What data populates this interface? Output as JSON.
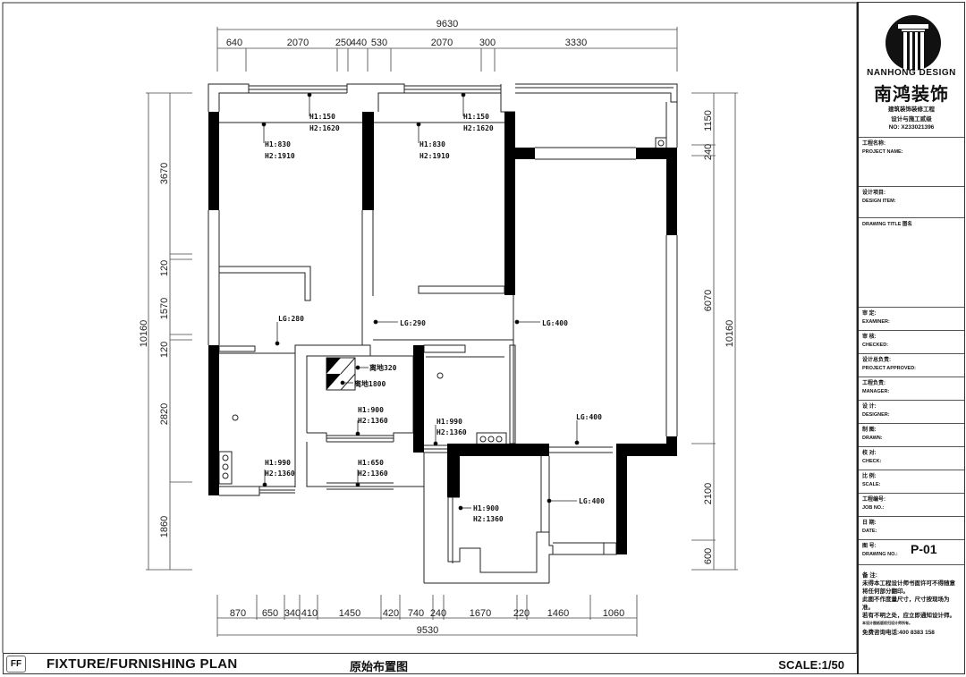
{
  "sheet": {
    "title_en": "FIXTURE/FURNISHING PLAN",
    "title_cn": "原始布置图",
    "badge": "FF",
    "scale": "SCALE:1/50"
  },
  "dimensions": {
    "top_total": "9630",
    "top_segments": [
      "640",
      "2070",
      "250",
      "440",
      "530",
      "2070",
      "300",
      "3330"
    ],
    "bottom_total": "9530",
    "bottom_segments": [
      "870",
      "650",
      "340",
      "410",
      "1450",
      "420",
      "740",
      "240",
      "1670",
      "220",
      "1460",
      "1060"
    ],
    "left_total": "10160",
    "left_segments": [
      "3670",
      "120",
      "1570",
      "120",
      "2820",
      "1860"
    ],
    "right_total": "10160",
    "right_segments": [
      "1150",
      "240",
      "6070",
      "2100",
      "600"
    ]
  },
  "annotations": {
    "bed1_window": {
      "h1": "H1:150",
      "h2": "H2:1620"
    },
    "bed1_sill": {
      "h1": "H1:830",
      "h2": "H2:1910"
    },
    "bed2_window": {
      "h1": "H1:150",
      "h2": "H2:1620"
    },
    "bed2_sill": {
      "h1": "H1:830",
      "h2": "H2:1910"
    },
    "lg_corridor_left": "LG:280",
    "lg_corridor_mid": "LG:290",
    "lg_living": "LG:400",
    "lg_dining": "LG:400",
    "lg_balcony": "LG:400",
    "meter_high": "离地320",
    "meter_low": "离地1800",
    "bath_window": {
      "h1": "H1:900",
      "h2": "H2:1360"
    },
    "kitchen_window": {
      "h1": "H1:990",
      "h2": "H2:1360"
    },
    "bath2_window": {
      "h1": "H1:650",
      "h2": "H2:1360"
    },
    "utility_window": {
      "h1": "H1:990",
      "h2": "H2:1360"
    },
    "balcony_window": {
      "h1": "H1:900",
      "h2": "H2:1360"
    }
  },
  "titleblock": {
    "brand_en": "NANHONG DESIGN",
    "brand_cn": "南鸿装饰",
    "sub1": "建筑装饰装修工程",
    "sub2": "设计与施工贰级",
    "license": "NO: X233021396",
    "rows": [
      {
        "cn": "工程名称:",
        "en": "PROJECT NAME:"
      },
      {
        "cn": "设计项目:",
        "en": "DESIGN ITEM:"
      },
      {
        "cn": "",
        "en": "DRAWING TITLE 图名"
      },
      {
        "cn": "审    定:",
        "en": "EXAMINER:"
      },
      {
        "cn": "审    核:",
        "en": "CHECKED:"
      },
      {
        "cn": "设计总负责:",
        "en": "PROJECT APPROVED:"
      },
      {
        "cn": "工程负责:",
        "en": "MANAGER:"
      },
      {
        "cn": "设    计:",
        "en": "DESIGNER:"
      },
      {
        "cn": "制    图:",
        "en": "DRAWN:"
      },
      {
        "cn": "校    对:",
        "en": "CHECK:"
      },
      {
        "cn": "比    例:",
        "en": "SCALE:"
      },
      {
        "cn": "工程编号:",
        "en": "JOB NO.:"
      },
      {
        "cn": "日    期:",
        "en": "DATE:"
      }
    ],
    "drawing_no_cn": "图    号:",
    "drawing_no_en": "DRAWING NO.:",
    "drawing_no": "P-01",
    "notes_title": "备  注:",
    "notes": [
      "未得本工程设计师书面许可不得随意将任何部分翻印。",
      "此图不作度量尺寸，尺寸按现场为准。",
      "若有不明之处，应立即通知设计师。",
      "本设计图纸版权归设计师所有。"
    ],
    "hotline": "免费咨询电话:400 8383 158"
  }
}
